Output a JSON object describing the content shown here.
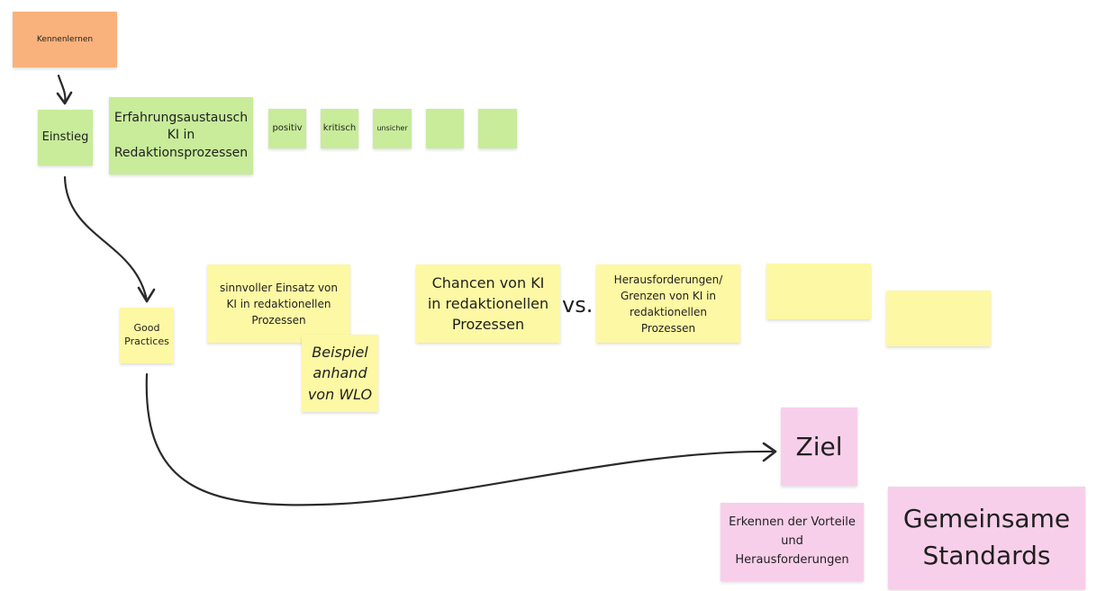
{
  "notes": {
    "kennenlernen": "Kennenlernen",
    "einstieg": "Einstieg",
    "erfahrungsaustausch": "Erfahrungsaustausch KI in Redaktionsprozessen",
    "positiv": "positiv",
    "kritisch": "kritisch",
    "unsicher": "unsicher",
    "empty_green_1": "",
    "empty_green_2": "",
    "good_practices": "Good Practices",
    "sinnvoller_einsatz": "sinnvoller Einsatz von KI in redaktionellen Prozessen",
    "beispiel_wlo": "Beispiel anhand von WLO",
    "chancen": "Chancen von KI in redaktionellen Prozessen",
    "vs": "vs.",
    "herausforderungen": "Herausforderungen/ Grenzen von KI in redaktionellen Prozessen",
    "empty_yellow_1": "",
    "empty_yellow_2": "",
    "ziel": "Ziel",
    "erkennen": "Erkennen der Vorteile und Herausforderungen",
    "standards": "Gemeinsame Standards"
  },
  "colors": {
    "orange": "#f9b27b",
    "green": "#c8ec9a",
    "yellow": "#fdf8a4",
    "pink": "#f8cfea",
    "connector": "#2a2a2a"
  }
}
